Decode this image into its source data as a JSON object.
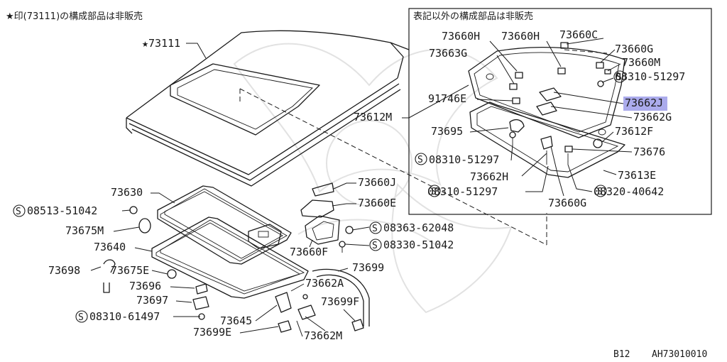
{
  "header": {
    "star_note": "★印(73111)の構成部品は非販売",
    "box_note": "表記以外の構成部品は非販売"
  },
  "parts": {
    "p73111": "★73111",
    "p73612M": "73612M",
    "p73660H_1": "73660H",
    "p73660H_2": "73660H",
    "p73660C": "73660C",
    "p73663G": "73663G",
    "p73660G_top": "73660G",
    "p73660M": "73660M",
    "p08310_51297_top": "08310-51297",
    "p91746E": "91746E",
    "p73662J": "73662J",
    "p73662G": "73662G",
    "p73695": "73695",
    "p73612F": "73612F",
    "p08310_51297_mid": "08310-51297",
    "p73676": "73676",
    "p73662H": "73662H",
    "p73613E": "73613E",
    "p08310_51297_low": "08310-51297",
    "p08320_40642": "08320-40642",
    "p73660G_low": "73660G",
    "p73660J": "73660J",
    "p73630": "73630",
    "p73660E": "73660E",
    "p08513_51042": "08513-51042",
    "p73675M": "73675M",
    "p08363_62048": "08363-62048",
    "p73640": "73640",
    "p73660F": "73660F",
    "p08330_51042": "08330-51042",
    "p73698": "73698",
    "p73675E": "73675E",
    "p73699": "73699",
    "p73696": "73696",
    "p73662A": "73662A",
    "p73697": "73697",
    "p73699F": "73699F",
    "p08310_61497": "08310-61497",
    "p73645": "73645",
    "p73699E": "73699E",
    "p73662M": "73662M"
  },
  "footer": {
    "page_code": "B12",
    "figure_code": "AH73010010"
  },
  "highlight": {
    "part": "73662J",
    "color": "#8f8fe6"
  }
}
